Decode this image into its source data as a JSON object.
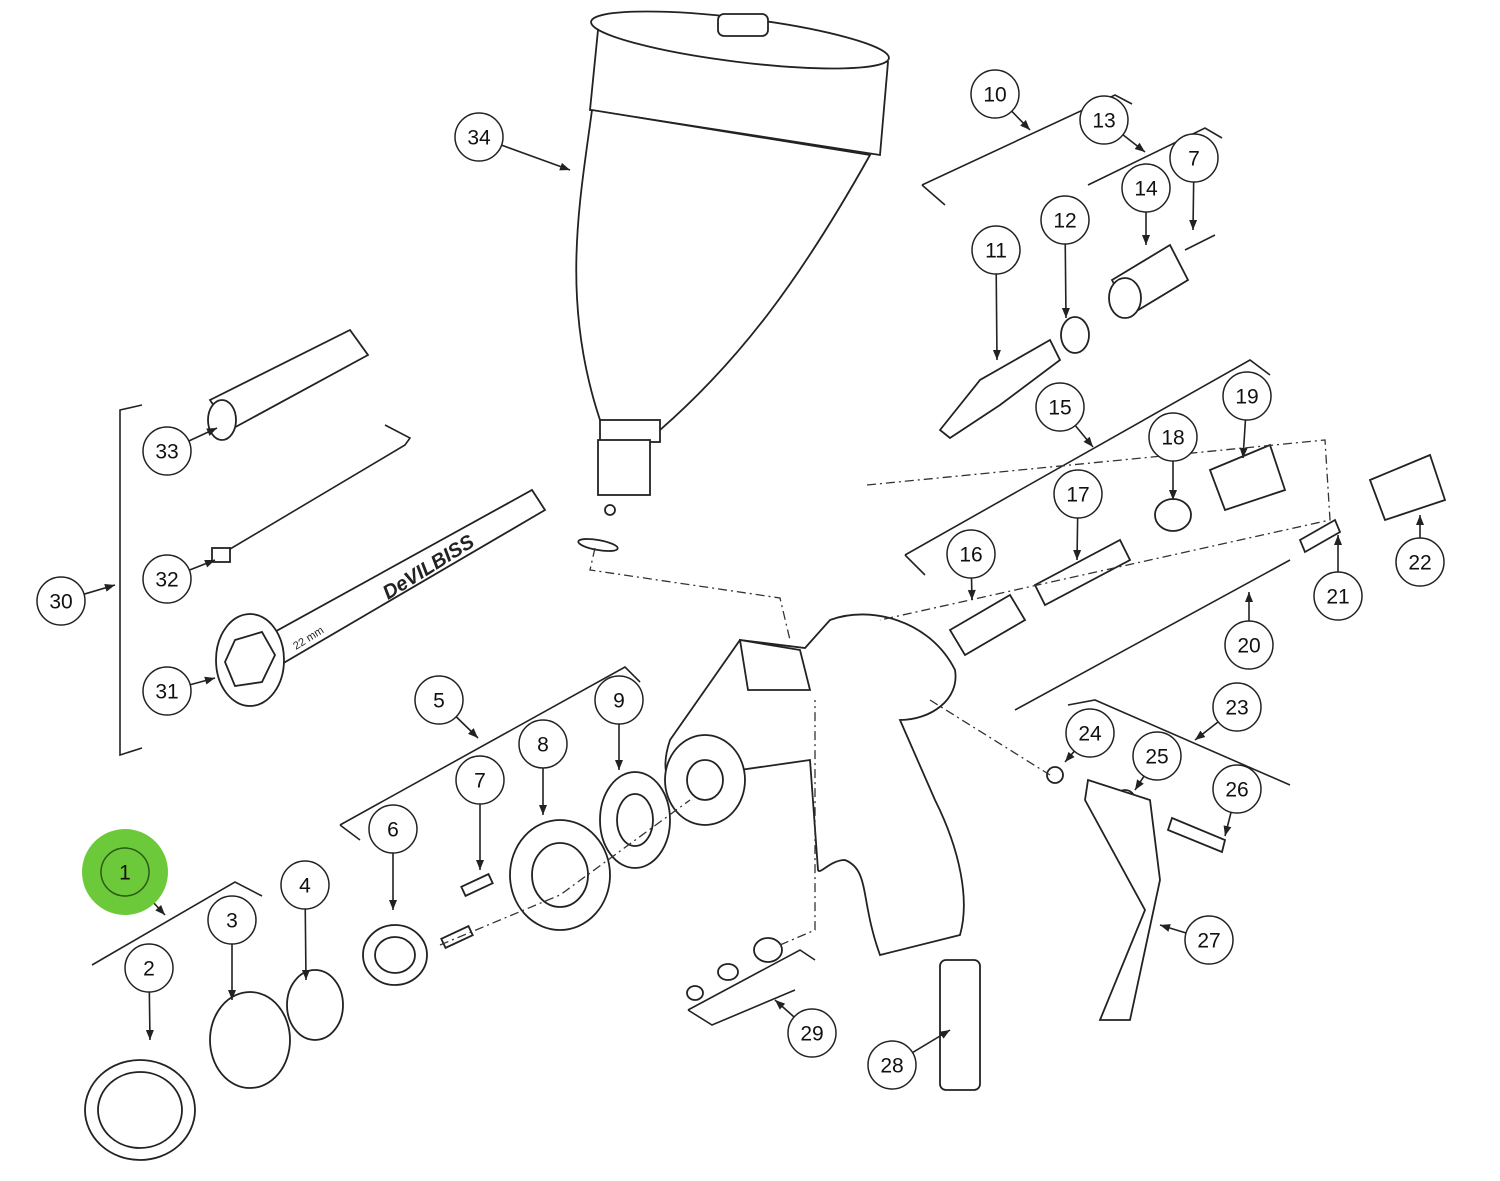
{
  "diagram": {
    "type": "exploded-parts-diagram",
    "highlight_color": "#6cc93a",
    "highlighted_callout": "1",
    "callouts": [
      "34",
      "10",
      "13",
      "7",
      "14",
      "11",
      "12",
      "15",
      "19",
      "18",
      "17",
      "16",
      "22",
      "21",
      "20",
      "23",
      "24",
      "25",
      "26",
      "27",
      "28",
      "29",
      "33",
      "32",
      "30",
      "31",
      "5",
      "9",
      "8",
      "7",
      "6",
      "4",
      "3",
      "2",
      "1"
    ],
    "wrench_brand": "DeVILBISS",
    "wrench_size": "22 mm"
  }
}
